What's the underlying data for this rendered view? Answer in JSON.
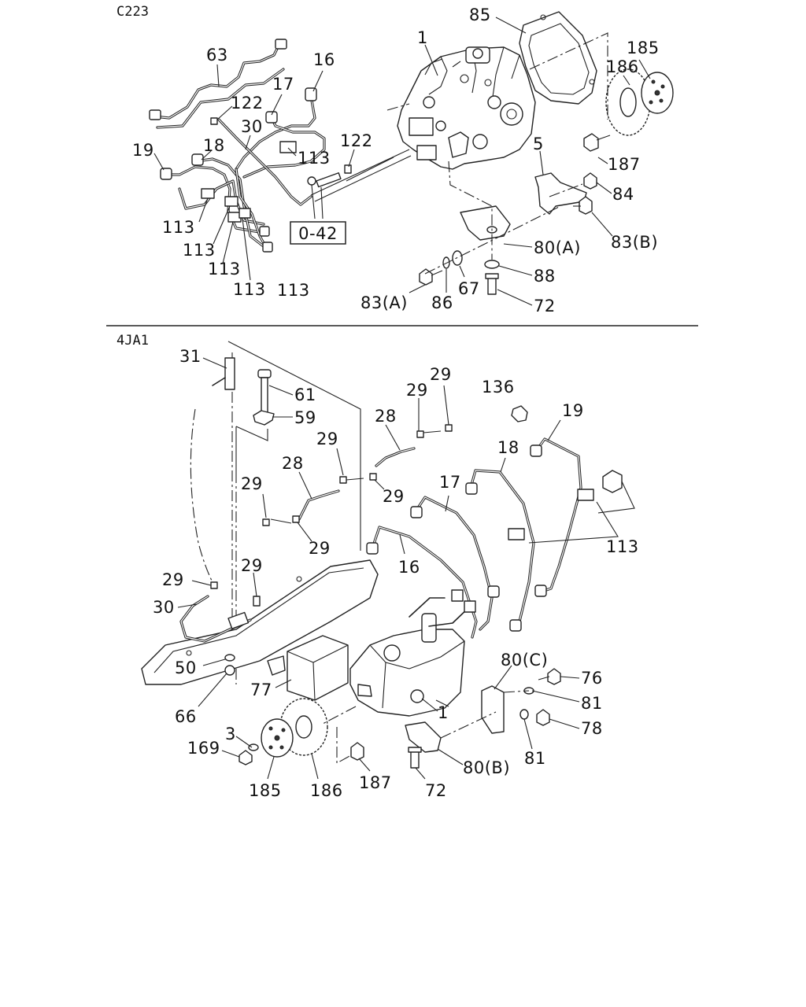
{
  "sections": [
    {
      "id": "top",
      "code": "C223"
    },
    {
      "id": "bottom",
      "code": "4JA1"
    }
  ],
  "reference_box": "0-42",
  "callouts_top": [
    "63",
    "16",
    "17",
    "122",
    "30",
    "19",
    "18",
    "113",
    "122",
    "113",
    "113",
    "113",
    "113",
    "113",
    "1",
    "85",
    "185",
    "186",
    "187",
    "5",
    "84",
    "83(B)",
    "80(A)",
    "88",
    "72",
    "83(A)",
    "86",
    "67"
  ],
  "callouts_bottom": [
    "31",
    "61",
    "59",
    "29",
    "29",
    "28",
    "29",
    "136",
    "19",
    "28",
    "29",
    "18",
    "29",
    "17",
    "29",
    "113",
    "16",
    "29",
    "29",
    "30",
    "50",
    "77",
    "66",
    "1",
    "80(C)",
    "76",
    "81",
    "78",
    "81",
    "3",
    "169",
    "185",
    "186",
    "187",
    "72",
    "80(B)"
  ]
}
